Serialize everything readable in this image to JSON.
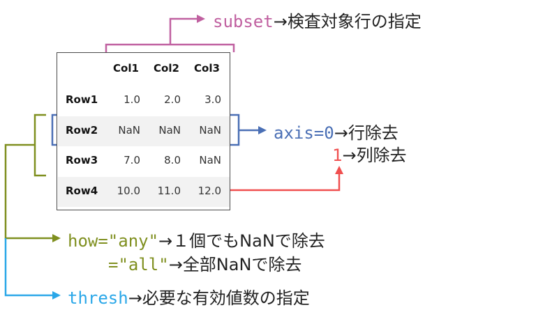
{
  "table": {
    "columns": [
      "Col1",
      "Col2",
      "Col3"
    ],
    "rows": [
      {
        "label": "Row1",
        "values": [
          "1.0",
          "2.0",
          "3.0"
        ]
      },
      {
        "label": "Row2",
        "values": [
          "NaN",
          "NaN",
          "NaN"
        ]
      },
      {
        "label": "Row3",
        "values": [
          "7.0",
          "8.0",
          "NaN"
        ]
      },
      {
        "label": "Row4",
        "values": [
          "10.0",
          "11.0",
          "12.0"
        ]
      }
    ]
  },
  "annotations": {
    "subset": {
      "param": "subset",
      "desc": "→検査対象行の指定"
    },
    "axis": {
      "param": "axis=0",
      "desc0": "→行除去",
      "value1": "1",
      "desc1": "→列除去"
    },
    "how": {
      "param": "how=\"any\"",
      "desc_any": "→１個でもNaNで除去",
      "param_all": "=\"all\"",
      "desc_all": "→全部NaNで除去"
    },
    "thresh": {
      "param": "thresh",
      "desc": "→必要な有効値数の指定"
    }
  },
  "colors": {
    "subset": "#c060a0",
    "axis": "#4a6fb5",
    "axis_col": "#f04f4f",
    "how": "#7f8f1f",
    "thresh": "#2aa7e8"
  }
}
